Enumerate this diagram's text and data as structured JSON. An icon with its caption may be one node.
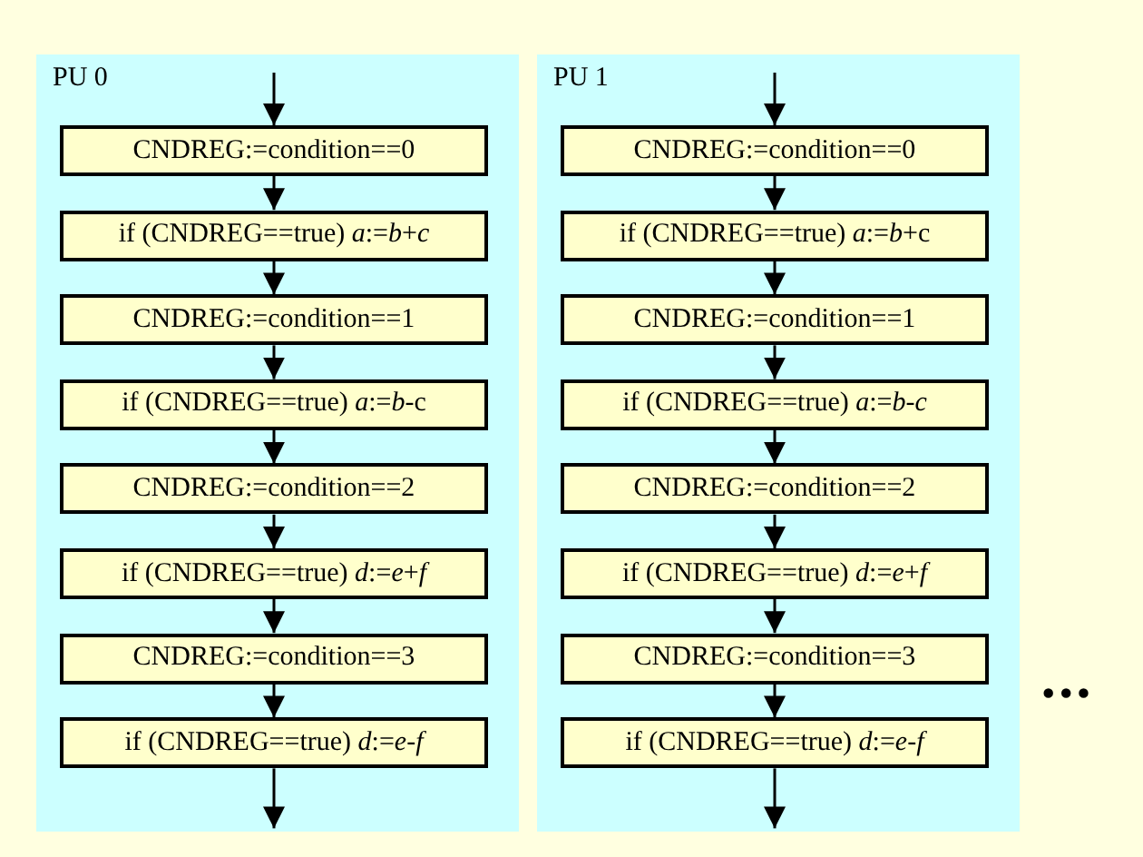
{
  "diagram": {
    "nodes": [
      {
        "text": [
          "PU 0"
        ]
      },
      {
        "text": [
          "CNDREG:=condition==0"
        ],
        "in": 0
      },
      {
        "text": [
          "if (CNDREG==true) *a*:=*b*+*c*"
        ],
        "in": 0
      },
      {
        "text": [
          "CNDREG:=condition==1"
        ],
        "in": 0
      },
      {
        "text": [
          "if (CNDREG==true) *a*:=*b*-c"
        ],
        "in": 0
      },
      {
        "text": [
          "CNDREG:=condition==2"
        ],
        "in": 0
      },
      {
        "text": [
          "if (CNDREG==true) *d*:=*e*+*f*"
        ],
        "in": 0
      },
      {
        "text": [
          "CNDREG:=condition==3"
        ],
        "in": 0
      },
      {
        "text": [
          "if (CNDREG==true) *d*:=*e*-*f*"
        ],
        "in": 0
      },
      {
        "text": [
          "PU 1"
        ]
      },
      {
        "text": [
          "CNDREG:=condition==0"
        ],
        "in": 9
      },
      {
        "text": [
          "if (CNDREG==true) *a*:=*b*+c"
        ],
        "in": 9
      },
      {
        "text": [
          "CNDREG:=condition==1"
        ],
        "in": 9
      },
      {
        "text": [
          "if (CNDREG==true) *a*:=*b*-*c*"
        ],
        "in": 9
      },
      {
        "text": [
          "CNDREG:=condition==2"
        ],
        "in": 9
      },
      {
        "text": [
          "if (CNDREG==true) *d*:=*e*+*f*"
        ],
        "in": 9
      },
      {
        "text": [
          "CNDREG:=condition==3"
        ],
        "in": 9
      },
      {
        "text": [
          "if (CNDREG==true) *d*:=*e*-*f*"
        ],
        "in": 9
      }
    ],
    "edges": [
      {
        "from": null,
        "to": 1,
        "arrow": "to"
      },
      {
        "from": 1,
        "to": 2,
        "arrow": "to"
      },
      {
        "from": 2,
        "to": 3,
        "arrow": "to"
      },
      {
        "from": 3,
        "to": 4,
        "arrow": "to"
      },
      {
        "from": 4,
        "to": 5,
        "arrow": "to"
      },
      {
        "from": 5,
        "to": 6,
        "arrow": "to"
      },
      {
        "from": 6,
        "to": 7,
        "arrow": "to"
      },
      {
        "from": 7,
        "to": 8,
        "arrow": "to"
      },
      {
        "from": 8,
        "to": null,
        "arrow": "to"
      },
      {
        "from": null,
        "to": 10,
        "arrow": "to"
      },
      {
        "from": 10,
        "to": 11,
        "arrow": "to"
      },
      {
        "from": 11,
        "to": 12,
        "arrow": "to"
      },
      {
        "from": 12,
        "to": 13,
        "arrow": "to"
      },
      {
        "from": 13,
        "to": 14,
        "arrow": "to"
      },
      {
        "from": 14,
        "to": 15,
        "arrow": "to"
      },
      {
        "from": 15,
        "to": 16,
        "arrow": "to"
      },
      {
        "from": 16,
        "to": 17,
        "arrow": "to"
      },
      {
        "from": 17,
        "to": null,
        "arrow": "to"
      }
    ],
    "labels": [
      "•••"
    ]
  }
}
